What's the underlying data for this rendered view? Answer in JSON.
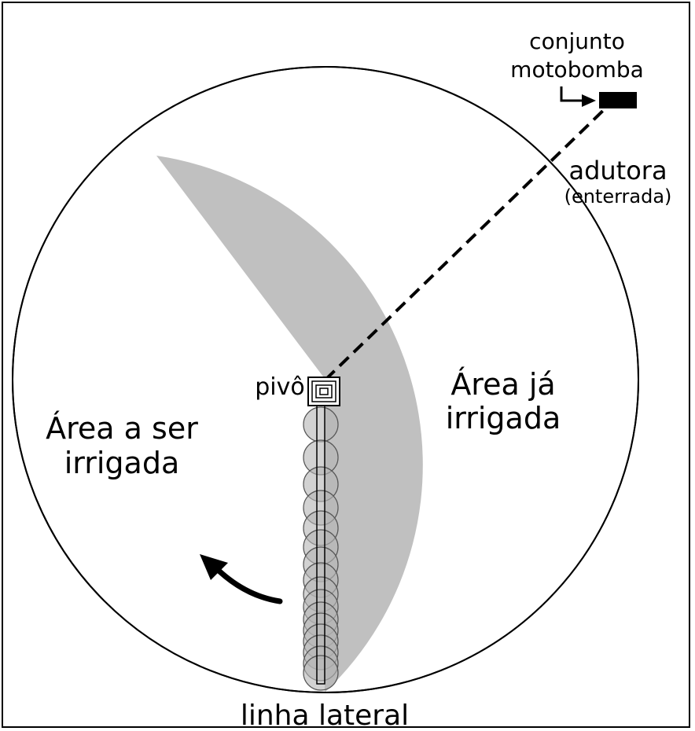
{
  "labels": {
    "pump_line1": "conjunto",
    "pump_line2": "motobomba",
    "mainline": "adutora",
    "mainline_note": "(enterrada)",
    "irrigated_line1": "Área já",
    "irrigated_line2": "irrigada",
    "to_irrigate_line1": "Área a ser",
    "to_irrigate_line2": "irrigada",
    "pivot": "pivô",
    "lateral": "linha lateral"
  },
  "colors": {
    "irrigated": "#c0c0c0",
    "unirrigated": "#ffffff",
    "outline": "#000000",
    "sprinkler": "#b4b4b4"
  },
  "icons": {
    "rotation": "curved-arrow-counterclockwise",
    "pump": "filled-rectangle",
    "pointer": "right-angle-arrow"
  }
}
